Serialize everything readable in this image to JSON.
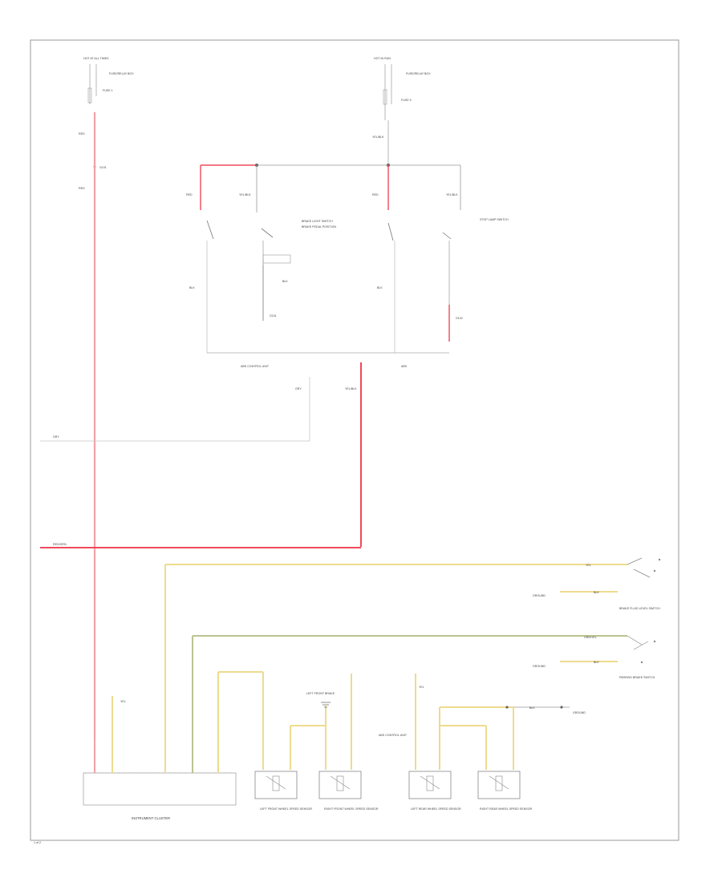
{
  "labels": {
    "instrument_cluster": "INSTRUMENT CLUSTER",
    "hot_at_all_times": "HOT AT ALL TIMES",
    "hot_in_run": "HOT IN RUN",
    "fuse_left": "FUSE 1",
    "fuse_right": "FUSE 5",
    "fuse_box_left": "FUSE/RELAY BOX",
    "fuse_box_right": "FUSE/RELAY BOX",
    "brake_light_switch": "BRAKE LIGHT SWITCH",
    "stop_lamp_switch": "STOP LAMP SWITCH",
    "switch_detail": "BRAKE PEDAL POSITION",
    "grounds_left": "G101",
    "grounds_right": "G102",
    "abs_label": "ABS",
    "abs_control": "ABS CONTROL UNIT",
    "ground_right_label": "GROUND",
    "brake_fluid_sw": "BRAKE FLUID LEVEL SWITCH",
    "parking_brake_sw": "PARKING BRAKE SWITCH",
    "lf_sensor": "LEFT FRONT WHEEL SPEED SENSOR",
    "rf_sensor": "RIGHT FRONT WHEEL SPEED SENSOR",
    "lr_sensor": "LEFT REAR WHEEL SPEED SENSOR",
    "rr_sensor": "RIGHT REAR WHEEL SPEED SENSOR",
    "left_front_brake_light": "LEFT FRONT BRAKE",
    "bus_label_gray": "GRY",
    "bus_label_red": "RED/GRN",
    "wire_yel": "YEL",
    "wire_yel_blk": "YEL/BLK",
    "wire_red": "RED",
    "wire_blk": "BLK",
    "wire_grn": "GRN/YEL",
    "page_number": "1 of 2"
  },
  "colors": {
    "red_wire": "#ef4a5a",
    "pink_wire": "#f3a0a8",
    "yellow_wire": "#eedb8e",
    "olive_wire": "#b9c48e",
    "gray_wire": "#c8c8c8",
    "outline": "#888888"
  }
}
